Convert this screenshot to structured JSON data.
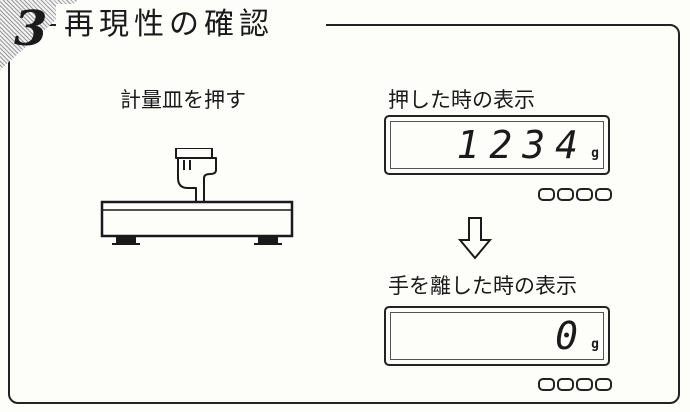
{
  "header": {
    "step_number": "3",
    "title": "再現性の確認"
  },
  "left_panel": {
    "instruction": "計量皿を押す"
  },
  "right_panel": {
    "pressed_label": "押した時の表示",
    "pressed_value": "1234",
    "pressed_unit": "g",
    "released_label": "手を離した時の表示",
    "released_value": "0",
    "released_unit": "g"
  },
  "icons": [
    "pointing-hand-icon",
    "down-arrow-icon"
  ]
}
